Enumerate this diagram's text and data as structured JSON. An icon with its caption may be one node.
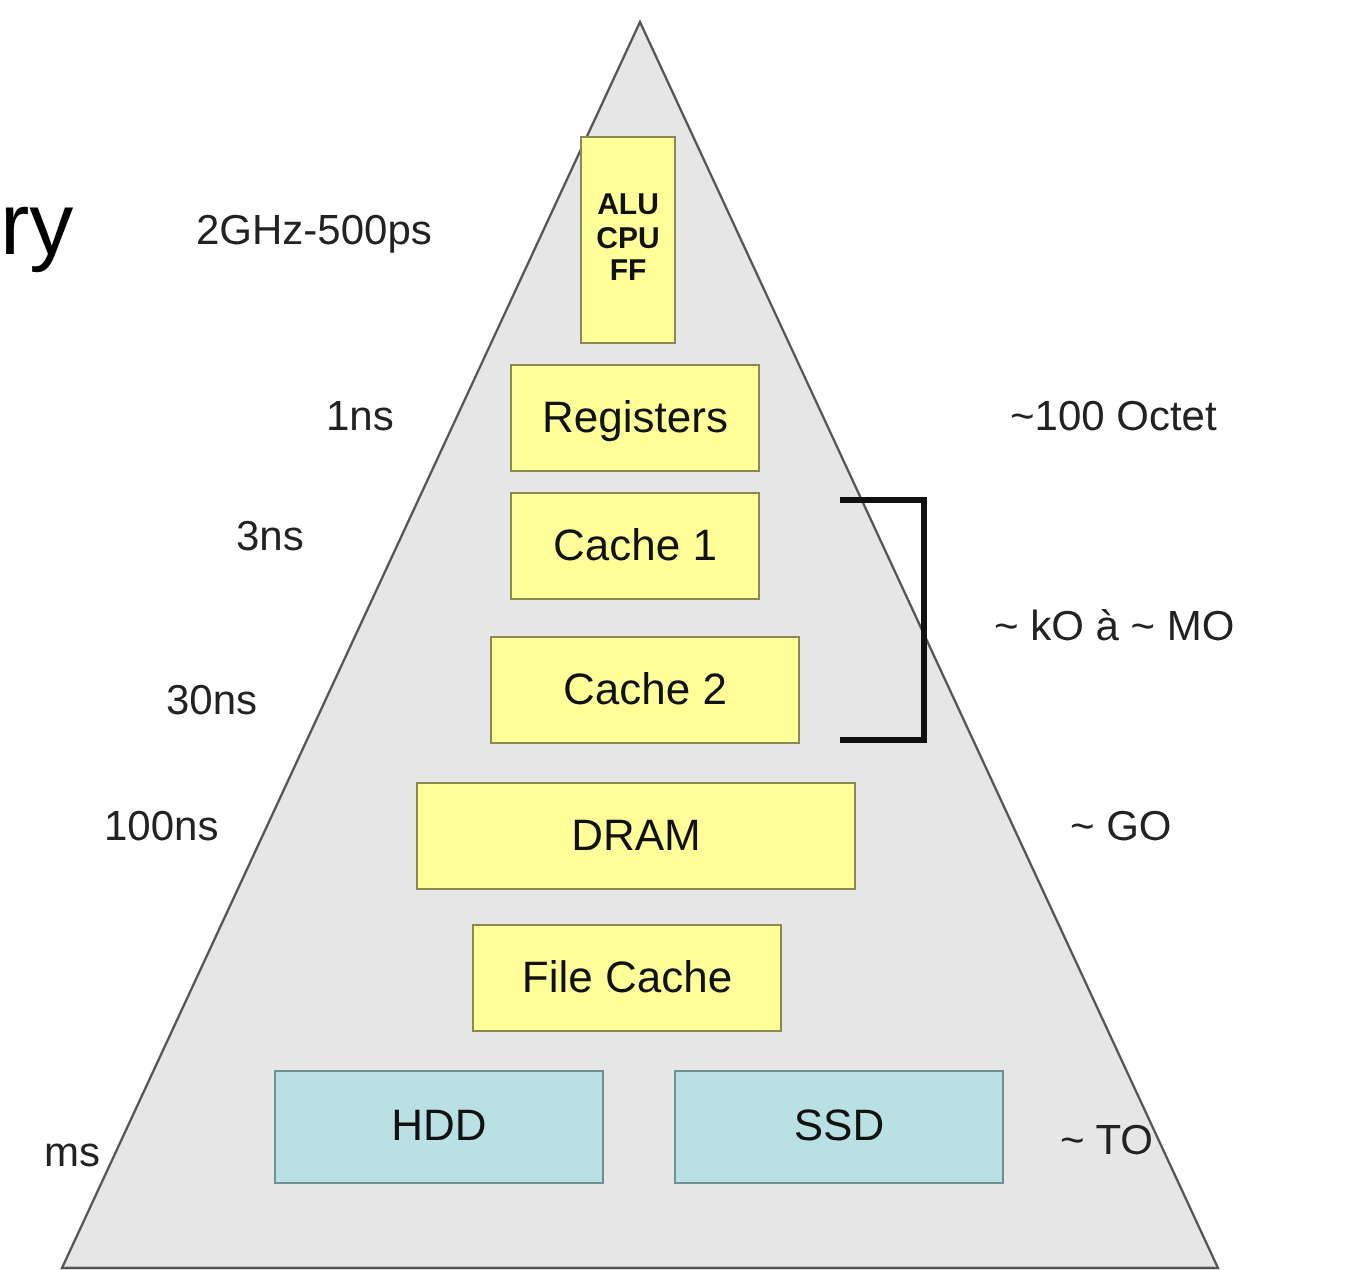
{
  "diagram": {
    "nodes": [
      {
        "text": [],
        "shape": "triangle"
      },
      {
        "text": [
          "ALU CPU FF"
        ],
        "in": 0
      },
      {
        "text": [
          "Registers"
        ],
        "in": 0
      },
      {
        "text": [
          "Cache 1"
        ],
        "in": 0
      },
      {
        "text": [
          "Cache 2"
        ],
        "in": 0
      },
      {
        "text": [
          "DRAM"
        ],
        "in": 0
      },
      {
        "text": [
          "File Cache"
        ],
        "in": 0
      },
      {
        "text": [
          "HDD"
        ],
        "in": 0
      },
      {
        "text": [
          "SSD"
        ],
        "in": 0
      }
    ],
    "edges": [],
    "labels": [
      "ry",
      "2GHz-500ps",
      "1ns",
      "~100 Octet",
      "3ns",
      "~ kO à ~ MO",
      "30ns",
      "100ns",
      "~ GO",
      "ms",
      "~ TO"
    ]
  }
}
